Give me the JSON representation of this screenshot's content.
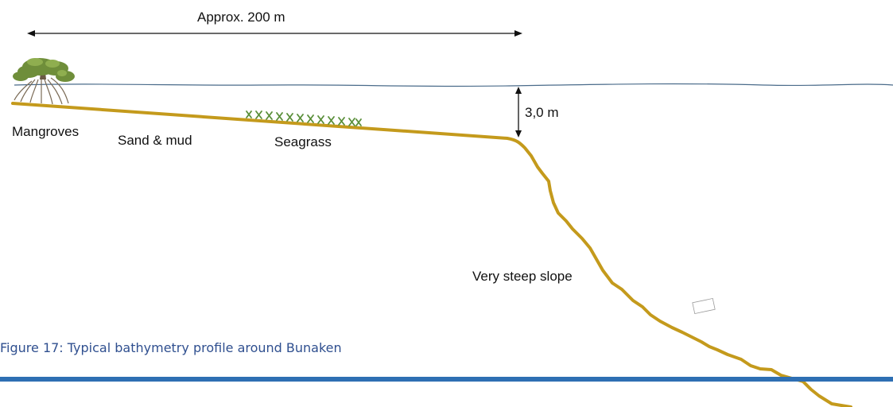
{
  "labels": {
    "distance": "Approx. 200 m",
    "depth": "3,0 m",
    "mangroves": "Mangroves",
    "sand_mud": "Sand & mud",
    "seagrass": "Seagrass",
    "steep_slope": "Very steep slope"
  },
  "caption": "Figure 17: Typical bathymetry profile around Bunaken",
  "colors": {
    "water_line": "#4a6b8a",
    "seabed": "#c49a1c",
    "seagrass": "#5a8f3a",
    "mangrove_canopy": "#6f8e3a",
    "mangrove_roots": "#7a6a55",
    "caption_text": "#2f4f8f",
    "divider": "#2e6fb3"
  },
  "icons": [
    "mangrove-tree-icon",
    "seagrass-icon",
    "double-arrow-icon"
  ]
}
